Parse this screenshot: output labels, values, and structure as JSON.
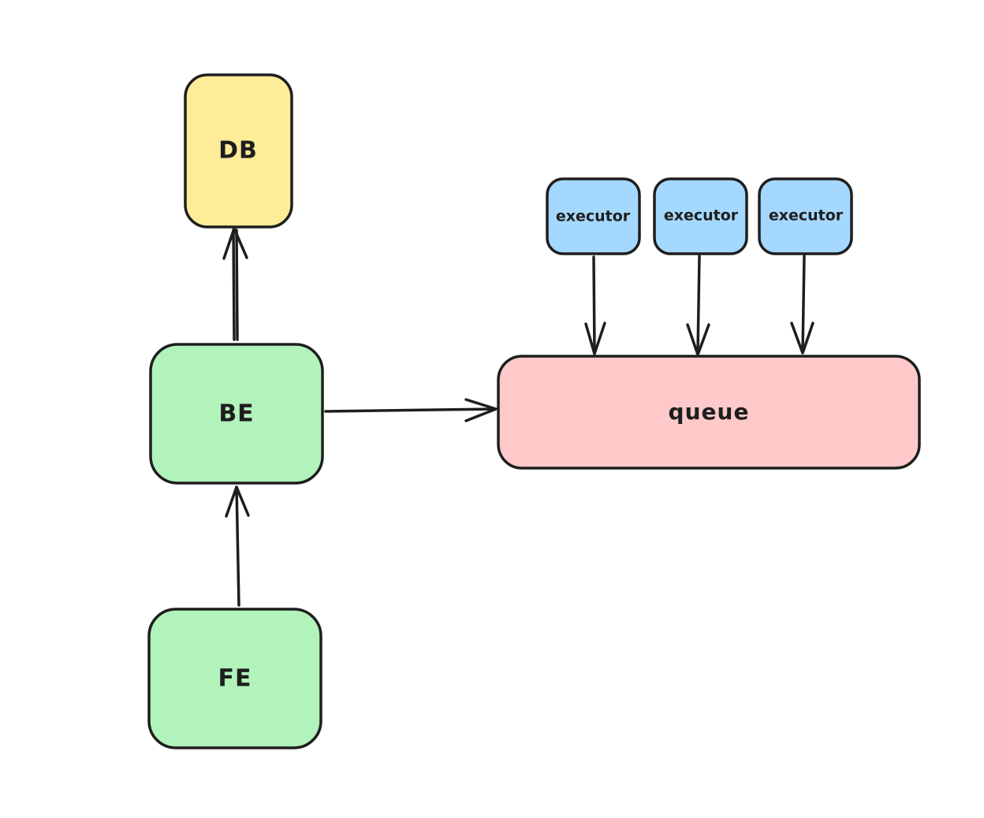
{
  "colors": {
    "stroke": "#1e1e1e",
    "db_fill": "#ffec99",
    "service_fill": "#b2f2bb",
    "executor_fill": "#a5d8ff",
    "queue_fill": "#ffc9c9"
  },
  "nodes": {
    "db": {
      "label": "DB"
    },
    "be": {
      "label": "BE"
    },
    "fe": {
      "label": "FE"
    },
    "queue": {
      "label": "queue"
    },
    "executors": [
      {
        "label": "executor"
      },
      {
        "label": "executor"
      },
      {
        "label": "executor"
      }
    ]
  },
  "edges": [
    {
      "from": "FE",
      "to": "BE"
    },
    {
      "from": "BE",
      "to": "DB"
    },
    {
      "from": "BE",
      "to": "queue"
    },
    {
      "from": "executor",
      "to": "queue"
    },
    {
      "from": "executor",
      "to": "queue"
    },
    {
      "from": "executor",
      "to": "queue"
    }
  ]
}
